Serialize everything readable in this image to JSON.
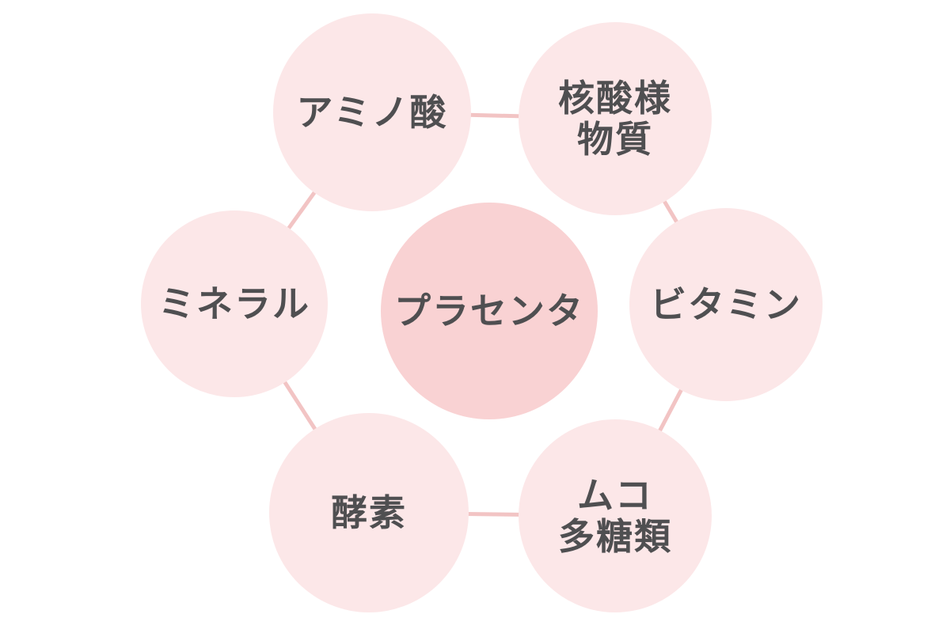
{
  "diagram": {
    "center": {
      "label": "プラセンタ",
      "lines": [
        "プラセンタ",
        ""
      ]
    },
    "satellites": [
      {
        "id": "amino-acids",
        "label": "アミノ酸",
        "lines": [
          "アミノ酸",
          ""
        ]
      },
      {
        "id": "nucleic-acid-like",
        "label": "核酸様物質",
        "lines": [
          "核酸様",
          "物質"
        ]
      },
      {
        "id": "minerals",
        "label": "ミネラル",
        "lines": [
          "ミネラル",
          ""
        ]
      },
      {
        "id": "vitamins",
        "label": "ビタミン",
        "lines": [
          "ビタミン",
          ""
        ]
      },
      {
        "id": "enzymes",
        "label": "酵素",
        "lines": [
          "酵素",
          ""
        ]
      },
      {
        "id": "mucopolysaccharides",
        "label": "ムコ多糖類",
        "lines": [
          "ムコ",
          "多糖類"
        ]
      }
    ],
    "colors": {
      "background": "#ffffff",
      "satellite_fill": "#fce7e8",
      "center_fill": "#f9d2d3",
      "connector": "#f2c4c4",
      "text": "#4f4f51"
    }
  }
}
